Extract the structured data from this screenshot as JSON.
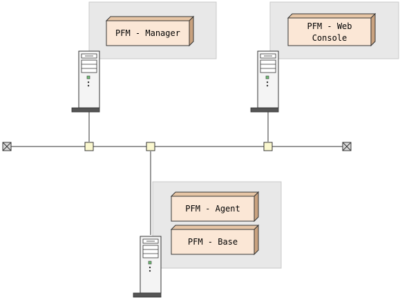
{
  "colors": {
    "zone_fill": "#e8e8e8",
    "zone_stroke": "#c8c8c8",
    "component_front": "#fbe7d6",
    "component_side": "#c9a27f",
    "component_top": "#e6c5a5",
    "component_stroke": "#333333",
    "node_fill": "#fbf8cf",
    "line": "#333333"
  },
  "components": {
    "manager": {
      "label": "PFM - Manager"
    },
    "web_console": {
      "line1": "PFM - Web",
      "line2": "Console"
    },
    "agent": {
      "label": "PFM - Agent"
    },
    "base": {
      "label": "PFM - Base"
    }
  },
  "icons": {
    "server": "server-tower-icon",
    "terminator": "network-terminator-icon",
    "junction": "network-junction-node"
  }
}
